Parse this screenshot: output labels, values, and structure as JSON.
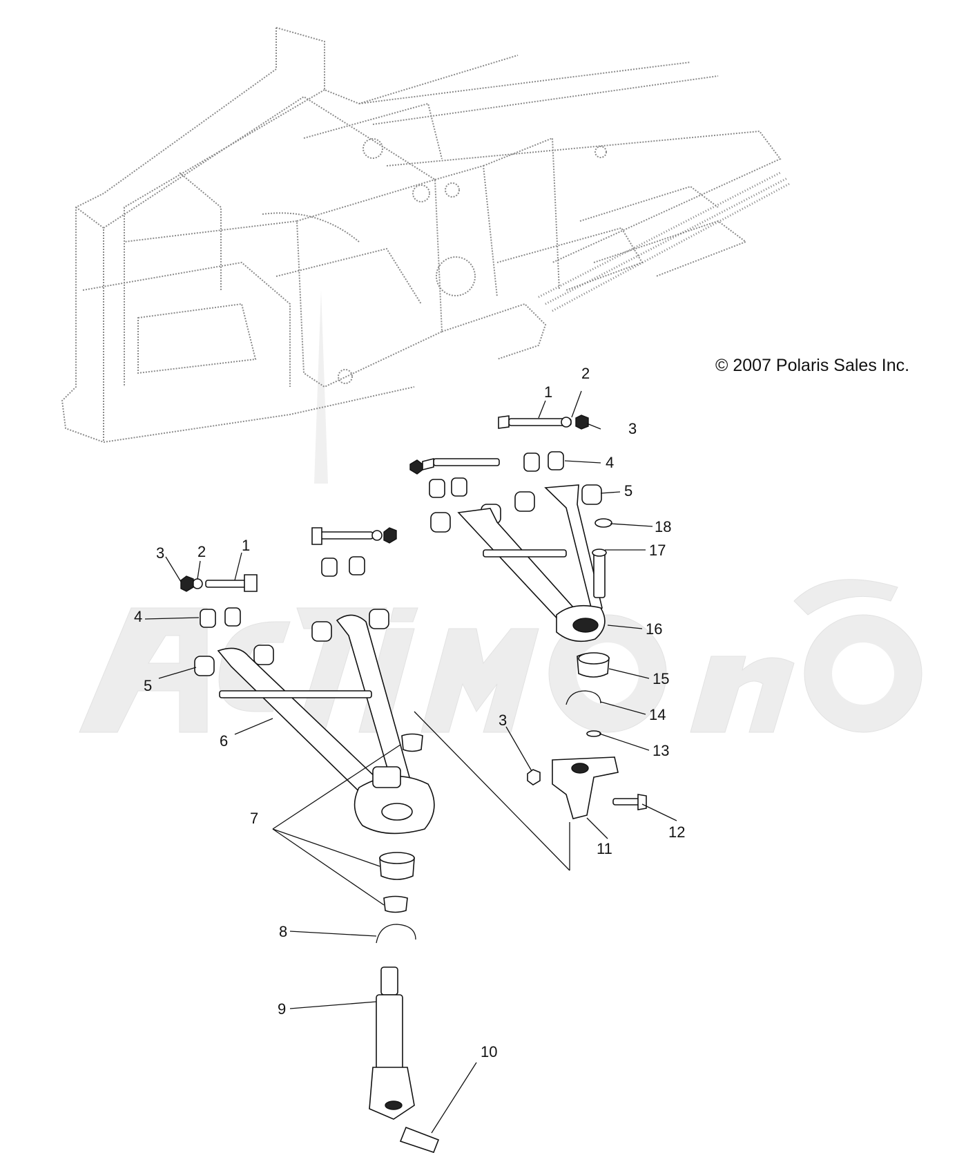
{
  "copyright": "© 2007 Polaris Sales Inc.",
  "watermark_text": "Actimoto",
  "callouts": {
    "upper_right": {
      "c1": "1",
      "c2": "2",
      "c3": "3",
      "c4": "4",
      "c5": "5",
      "c18": "18",
      "c17": "17",
      "c16": "16",
      "c15": "15",
      "c14": "14",
      "c13": "13",
      "c12": "12",
      "c11": "11",
      "c3b": "3"
    },
    "lower_left": {
      "c1": "1",
      "c2": "2",
      "c3": "3",
      "c4": "4",
      "c5": "5",
      "c6": "6",
      "c7": "7",
      "c8": "8",
      "c9": "9",
      "c10": "10"
    }
  }
}
